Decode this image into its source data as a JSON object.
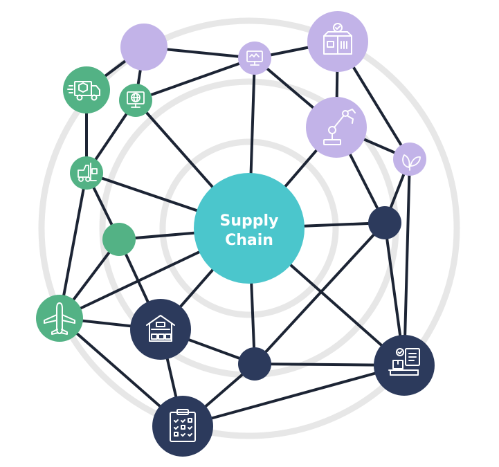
{
  "center": {
    "line1": "Supply",
    "line2": "Chain"
  },
  "colors": {
    "teal": "#4bc6cc",
    "green": "#53b285",
    "lavender": "#c2b3e8",
    "navy": "#2c3a5c",
    "edge": "#1c2434",
    "ring": "#e7e7e7"
  },
  "nodes": [
    {
      "id": "center",
      "color": "teal",
      "icon": "supply-chain-hub"
    },
    {
      "id": "lav-blank",
      "color": "lavender",
      "icon": ""
    },
    {
      "id": "lav-monitor",
      "color": "lavender",
      "icon": "monitor-icon"
    },
    {
      "id": "lav-package",
      "color": "lavender",
      "icon": "box-tracking-icon"
    },
    {
      "id": "lav-robot",
      "color": "lavender",
      "icon": "robot-arm-icon"
    },
    {
      "id": "lav-leaf",
      "color": "lavender",
      "icon": "leaf-icon"
    },
    {
      "id": "green-truck",
      "color": "green",
      "icon": "delivery-truck-icon"
    },
    {
      "id": "green-globe",
      "color": "green",
      "icon": "globe-monitor-icon"
    },
    {
      "id": "green-forklift",
      "color": "green",
      "icon": "forklift-icon"
    },
    {
      "id": "green-blank",
      "color": "green",
      "icon": ""
    },
    {
      "id": "green-plane",
      "color": "green",
      "icon": "airplane-icon"
    },
    {
      "id": "navy-warehouse",
      "color": "navy",
      "icon": "warehouse-icon"
    },
    {
      "id": "navy-blank-right",
      "color": "navy",
      "icon": ""
    },
    {
      "id": "navy-blank-bottom",
      "color": "navy",
      "icon": ""
    },
    {
      "id": "navy-inventory",
      "color": "navy",
      "icon": "inventory-checklist-icon"
    },
    {
      "id": "navy-clipboard",
      "color": "navy",
      "icon": "clipboard-checklist-icon"
    }
  ]
}
